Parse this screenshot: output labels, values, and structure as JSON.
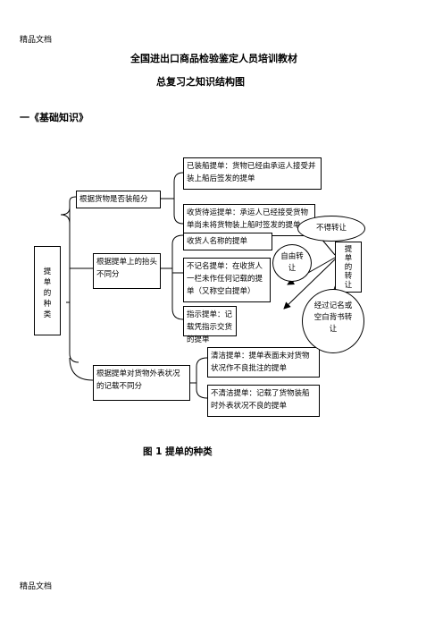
{
  "header_mark": "精品文档",
  "footer_mark": "精品文档",
  "doc_title": "全国进出口商品检验鉴定人员培训教材",
  "doc_subtitle": "总复习之知识结构图",
  "section_heading": "一《基础知识》",
  "diagram": {
    "root": "提单的种类",
    "branch_shipment": "根据货物是否装船分",
    "leaf_shipped": "已装船提单：货物已经由承运人接受并装上船后签发的提单",
    "leaf_received": "收货待运提单：承运人已经接受货物单尚未将货物装上船时签发的提单",
    "branch_consignee": "根据提单上的抬头不同分",
    "leaf_straight": "收货人名称的提单",
    "leaf_blank": "不记名提单：在收货人一栏未作任何记载的提单（又称空白提单）",
    "leaf_order": "指示提单：记载凭指示交货的提单",
    "branch_condition": "根据提单对货物外表状况的记载不同分",
    "leaf_clean": "清洁提单：提单表面未对货物状况作不良批注的提单",
    "leaf_foul": "不清洁提单：记载了货物装船时外表状况不良的提单",
    "transfer_box": "提单的转让",
    "oval_no_transfer": "不得转让",
    "oval_free_transfer": "自由转让",
    "oval_endorse_transfer": "经过记名或空白背书转让"
  },
  "figure_caption": "图 1  提单的种类"
}
